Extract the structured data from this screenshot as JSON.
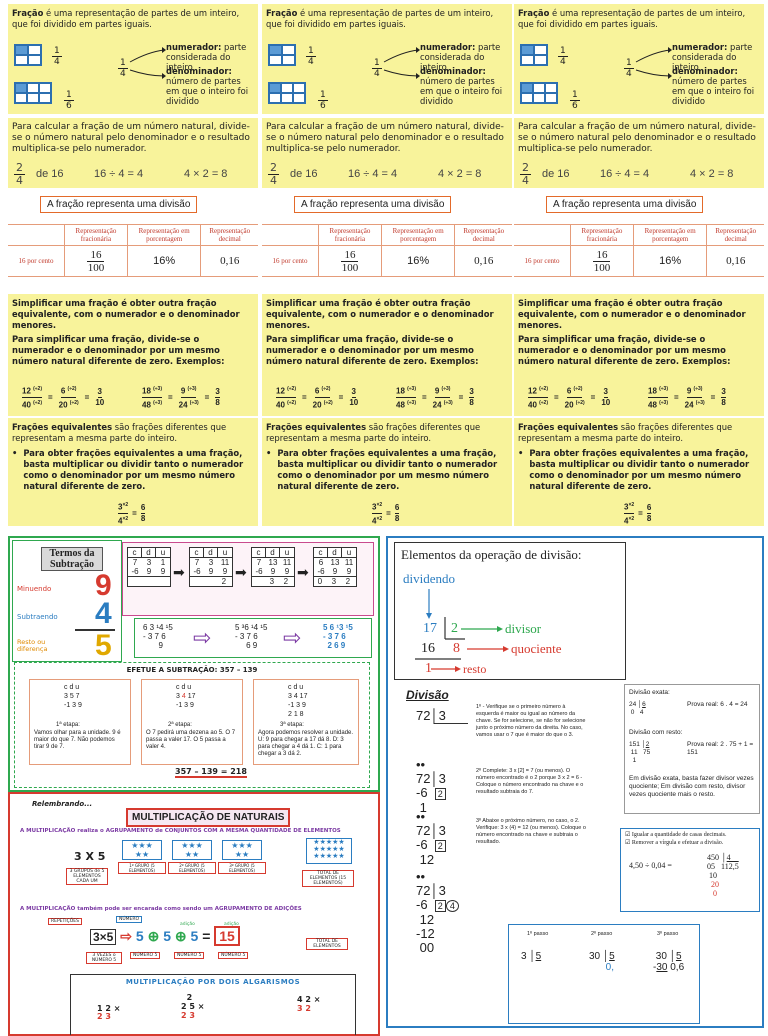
{
  "fracao": {
    "bold": "Fração",
    "def": " é uma representação de partes de um inteiro, que foi dividido em partes iguais.",
    "f1_n": "1",
    "f1_d": "4",
    "f2_n": "1",
    "f2_d": "6",
    "arrow_n": "1",
    "arrow_d": "4",
    "numerador_b": "numerador:",
    "numerador_t": " parte considerada do inteiro",
    "denominador_b": "denominador:",
    "denominador_t": " número de partes em que o inteiro foi dividido"
  },
  "calcular": {
    "text": "Para calcular a fração de um número natural, divide-se o número natural pelo denominador e o resultado multiplica-se pelo numerador.",
    "frac_n": "2",
    "frac_d": "4",
    "de": "de 16",
    "div": "16 ÷ 4 = 4",
    "mul": "4 × 2 = 8"
  },
  "divisao_titulo": "A fração representa uma divisão",
  "tabela": {
    "h1": "Representação fracionária",
    "h2": "Representação em porcentagem",
    "h3": "Representação decimal",
    "row_label": "16 por cento",
    "frac_n": "16",
    "frac_d": "100",
    "pct": "16%",
    "dec": "0,16"
  },
  "simplificar": {
    "p1": "Simplificar uma fração é obter outra fração equivalente, com o numerador e o denominador menores.",
    "p2": "Para simplificar uma fração, divide-se o numerador e o denominador por um mesmo número natural diferente de zero. Exemplos:",
    "ex1": "12 (÷2) / 40 (÷2) = 6 (÷2) / 20 (÷2) = 3 / 10",
    "ex2": "18 (÷3) / 48 (÷3) = 9 (÷3) / 24 (÷3) = 3 / 8"
  },
  "equivalentes": {
    "bold": "Frações equivalentes",
    "def": " são frações diferentes que representam a mesma parte do inteiro.",
    "bullet": "Para obter frações equivalentes a uma fração, basta multiplicar ou dividir tanto o numerador como o denominador por um mesmo número natural diferente de zero.",
    "ex_n": "3",
    "ex_d": "4",
    "ex_op": "×2",
    "ex_rn": "6",
    "ex_rd": "8"
  },
  "subtracao": {
    "title": "Termos da Subtração",
    "minuendo": "Minuendo",
    "subtraendo": "Subtraendo",
    "resto": "Resto ou diferença",
    "n1": "9",
    "n2": "4",
    "n3": "5",
    "efetue": "EFETUE A SUBTRAÇÃO: 357 – 139",
    "etapa1": "1ª etapa:",
    "etapa1_t": "Vamos olhar para a unidade. 9 é maior do que 7. Não podemos tirar 9 de 7.",
    "etapa2": "2ª etapa:",
    "etapa2_t": "O 7 pedirá uma dezena ao 5. O 7 passa a valer 17. O 5 passa a valer 4.",
    "etapa3": "3ª etapa:",
    "etapa3_t": "Agora podemos resolver a unidade. U: 9 para chegar a 17 dá 8. D: 3 para chegar a 4 dá 1. C: 1 para chegar a 3 dá 2.",
    "result": "357 – 139 = 218",
    "cdu": [
      "c",
      "d",
      "u"
    ]
  },
  "multiplicacao": {
    "relembrando": "Relembrando...",
    "title": "MULTIPLICAÇÃO DE NATURAIS",
    "line1": "A MULTIPLICAÇÃO realiza o AGRUPAMENTO de CONJUNTOS COM A MESMA QUANTIDADE DE ELEMENTOS",
    "expr": "3 X 5",
    "g1": "1º GRUPO (5 ELEMENTOS)",
    "g2": "2º GRUPO (5 ELEMENTOS)",
    "g3": "3º GRUPO (5 ELEMENTOS)",
    "grupos": "3 GRUPOS de 5 ELEMENTOS CADA UM",
    "total": "TOTAL DE ELEMENTOS (15 ELEMENTOS)",
    "line2": "A MULTIPLICAÇÃO também pode ser encarada como sendo um AGRUPAMENTO DE ADIÇÕES",
    "repeticoes": "REPETIÇÕES",
    "numero": "NÚMERO",
    "adicao": "adição",
    "vezes": "3 VEZES o NÚMERO 5",
    "num5": "NÚMERO 5",
    "result": "15",
    "total2": "TOTAL DE ELEMENTOS",
    "dois_alg": "MULTIPLICAÇÃO POR DOIS ALGARISMOS"
  },
  "divisao": {
    "header": "Elementos da operação de divisão:",
    "dividendo": "dividendo",
    "divisor": "divisor",
    "quociente": "quociente",
    "resto": "resto",
    "n17": "17",
    "n2": "2",
    "n16": "16",
    "n8": "8",
    "n1": "1",
    "titulo": "Divisão",
    "passo1": "1º - Verifique se o primeiro número à esquerda é maior ou igual ao número da chave. Se for selecione, se não for selecione junto o próximo número da direita. No caso, vamos usar o 7 que é maior do que o 3.",
    "passo2": "2º Complete: 3 x [2] = 7 (ou menos). O número encontrado é o 2 porque 3 x 2 = 6 - Coloque o número encontrado na chave e o resultado subtraia do 7.",
    "passo3": "3º Abaixe o próximo número, no caso, o 2. Verifique: 3 x (4) = 12 (ou menos). Coloque o número encontrado na chave e subtraia o resultado.",
    "exata_t": "Divisão exata:",
    "exata_ex": "24 | 6   0  4",
    "prova1": "Prova real: 6 . 4 = 24",
    "resto_t": "Divisão com resto:",
    "resto_ex": "151 | 2  11  75  1",
    "prova2": "Prova real: 2 . 75 + 1 = 151",
    "nota": "Em divisão exata, basta fazer divisor vezes quociente; Em divisão com resto, divisor vezes quociente mais o resto.",
    "igualar": "Igualar a quantidade de casas decimais.",
    "remover": "Remover a vírgula e efetuar a divisão.",
    "exdec": "4,50 ÷ 0,04 =",
    "passos": [
      "1º passo",
      "2º passo",
      "3º passo"
    ]
  }
}
